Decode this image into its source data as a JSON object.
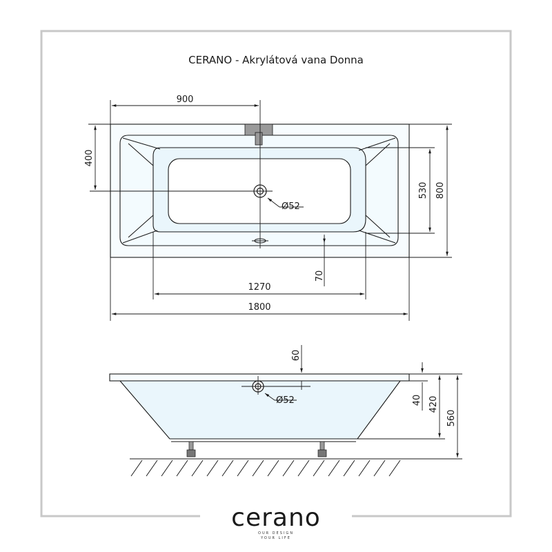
{
  "title": "CERANO - Akrylátová vana Donna",
  "top_view": {
    "dim_width_half": "900",
    "dim_offset_side": "400",
    "dim_inner_width": "530",
    "dim_total_width": "800",
    "drain_diameter": "Ø52",
    "dim_floor_offset": "70",
    "dim_inner_length": "1270",
    "dim_total_length": "1800"
  },
  "side_view": {
    "dim_rim_to_overflow": "60",
    "overflow_diameter": "Ø52",
    "dim_rim_height": "40",
    "dim_inner_depth": "420",
    "dim_total_height": "560"
  },
  "brand": {
    "logo": "cerano",
    "tagline_1": "OUR DESIGN",
    "tagline_2": "YOUR LIFE"
  },
  "colors": {
    "frame": "#c8c8c8",
    "water_fill": "#eaf6fc",
    "line": "#1a1a1a"
  }
}
